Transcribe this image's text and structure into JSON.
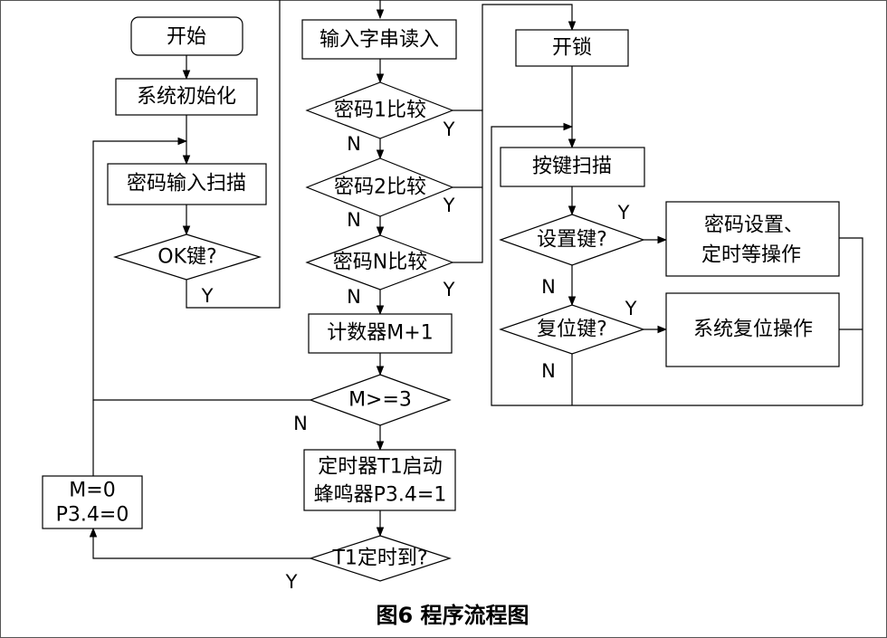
{
  "nodes": {
    "start": "开始",
    "init": "系统初始化",
    "scan": "密码输入扫描",
    "ok_key": "OK键?",
    "input": "输入字串读入",
    "cmp1": "密码1比较",
    "cmp2": "密码2比较",
    "cmpN": "密码N比较",
    "counter": "计数器M+1",
    "m_check": "M>=3",
    "timer_start_1": "定时器T1启动",
    "timer_start_2": "蜂鸣器P3.4=1",
    "timer_done": "T1定时到?",
    "reset_1": "M=0",
    "reset_2": "P3.4=0",
    "unlock": "开锁",
    "key_scan": "按键扫描",
    "set_key": "设置键?",
    "pw_set_1": "密码设置、",
    "pw_set_2": "定时等操作",
    "reset_key": "复位键?",
    "sys_reset": "系统复位操作"
  },
  "edge_labels": {
    "ok_yes": "Y",
    "cmp1_no": "N",
    "cmp1_yes": "Y",
    "cmp2_no": "N",
    "cmp2_yes": "Y",
    "cmpN_no": "N",
    "cmpN_yes": "Y",
    "m_no": "N",
    "t1_yes": "Y",
    "set_yes": "Y",
    "set_no": "N",
    "reset_yes": "Y",
    "reset_no": "N"
  },
  "caption": "图6 程序流程图",
  "colors": {
    "line": "#000000",
    "background": "#ffffff"
  }
}
